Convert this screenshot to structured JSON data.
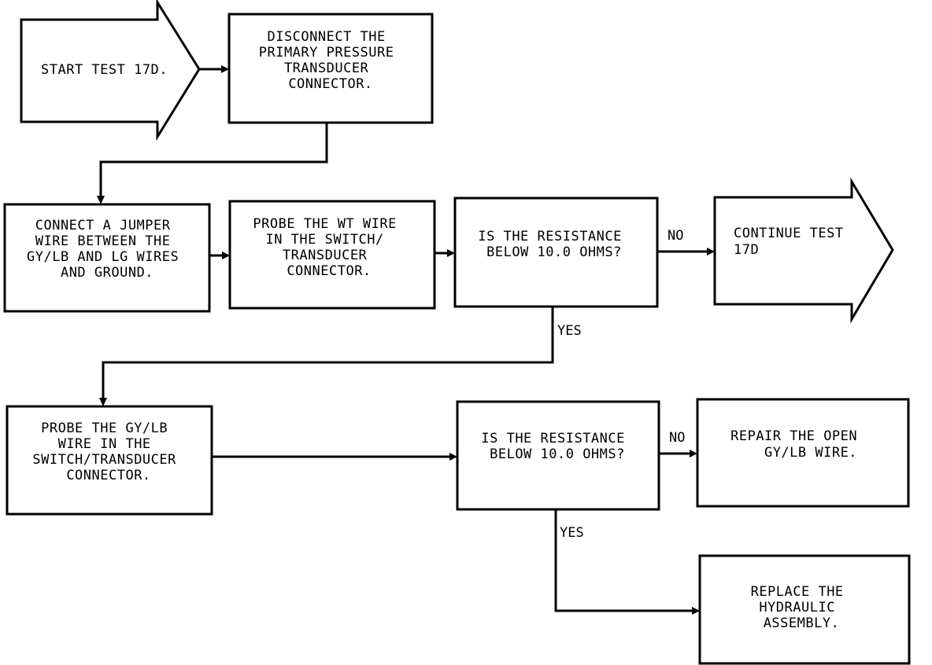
{
  "nodes": {
    "start": {
      "lines": [
        "START TEST 17D."
      ]
    },
    "disconnect": {
      "lines": [
        "DISCONNECT THE",
        "PRIMARY PRESSURE",
        "TRANSDUCER",
        "CONNECTOR."
      ]
    },
    "jumper": {
      "lines": [
        "CONNECT A JUMPER",
        "WIRE BETWEEN THE",
        "GY/LB AND LG WIRES",
        "AND GROUND."
      ]
    },
    "probe_wt": {
      "lines": [
        "PROBE THE WT WIRE",
        "IN THE SWITCH/",
        "TRANSDUCER",
        "CONNECTOR."
      ]
    },
    "decision1": {
      "lines": [
        "IS THE RESISTANCE",
        "BELOW 10.0 OHMS?"
      ]
    },
    "continue": {
      "lines": [
        "CONTINUE TEST",
        "17D"
      ]
    },
    "probe_gylb": {
      "lines": [
        "PROBE THE GY/LB",
        "WIRE IN THE",
        "SWITCH/TRANSDUCER",
        "CONNECTOR."
      ]
    },
    "decision2": {
      "lines": [
        "IS THE RESISTANCE",
        "BELOW 10.0 OHMS?"
      ]
    },
    "repair": {
      "lines": [
        "REPAIR THE OPEN",
        "GY/LB WIRE."
      ]
    },
    "replace": {
      "lines": [
        "REPLACE THE",
        "HYDRAULIC",
        "ASSEMBLY."
      ]
    }
  },
  "edge_labels": {
    "d1_no": "NO",
    "d1_yes": "YES",
    "d2_no": "NO",
    "d2_yes": "YES"
  }
}
